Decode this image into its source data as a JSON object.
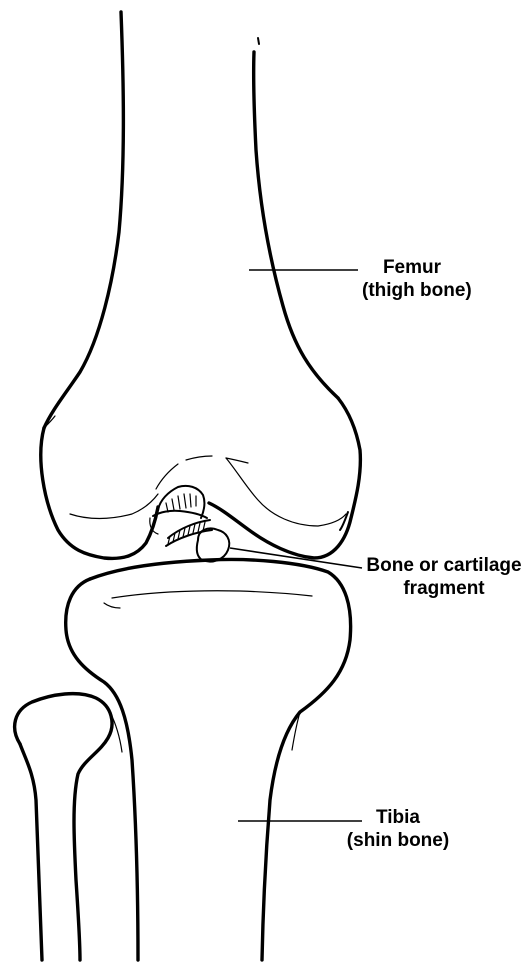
{
  "labels": {
    "femur": {
      "line1": "Femur",
      "line2": "(thigh bone)"
    },
    "fragment": {
      "line1": "Bone or cartilage",
      "line2": "fragment"
    },
    "tibia": {
      "line1": "Tibia",
      "line2": "(shin bone)"
    }
  },
  "colors": {
    "stroke": "#000000",
    "background": "#ffffff"
  }
}
